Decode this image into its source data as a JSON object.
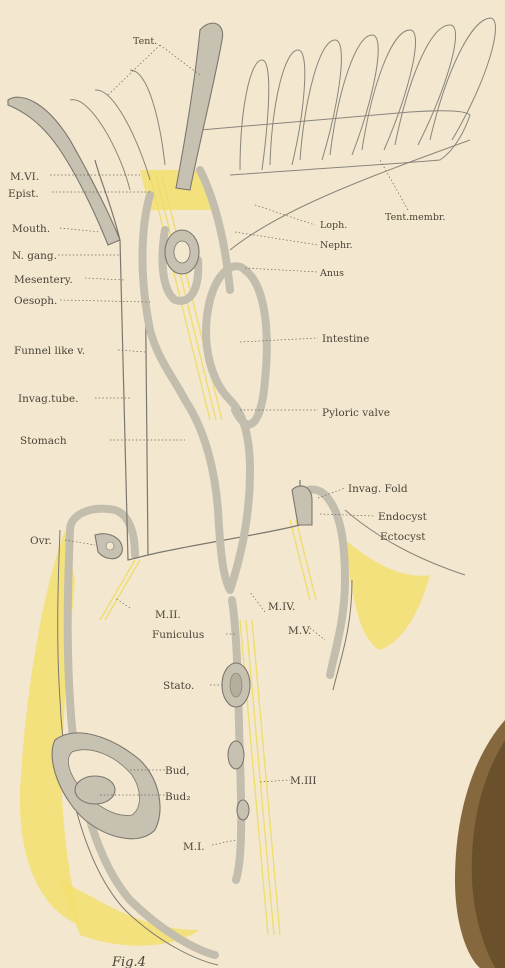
{
  "figure": {
    "caption": "Fig.4",
    "colors": {
      "background": "#f3e7cf",
      "tissue_gray": "#c7c1b2",
      "yellow_tissue": "#f2df6e",
      "outline": "#7c776e",
      "adjacent_specimen": "#7a5a2e"
    },
    "labels": {
      "tent": "Tent.",
      "mvi": "M.VI.",
      "epist": "Epist.",
      "mouth": "Mouth.",
      "n_gang": "N. gang.",
      "mesentery": "Mesentery.",
      "oesoph": "Oesoph.",
      "funnel_like_v": "Funnel like v.",
      "invag_tube": "Invag.tube.",
      "stomach": "Stomach",
      "ovr": "Ovr.",
      "loph": "Loph.",
      "tent_membr": "Tent.membr.",
      "nephr": "Nephr.",
      "anus": "Anus",
      "intestine": "Intestine",
      "pyloric_valve": "Pyloric valve",
      "invag_fold": "Invag. Fold",
      "endocyst": "Endocyst",
      "ectocyst": "Ectocyst",
      "mii": "M.II.",
      "funiculus": "Funiculus",
      "miv": "M.IV.",
      "mv": "M.V.",
      "stato": "Stato.",
      "bud": "Bud,",
      "bud2": "Bud₂",
      "miii": "M.III",
      "mi": "M.I."
    }
  }
}
